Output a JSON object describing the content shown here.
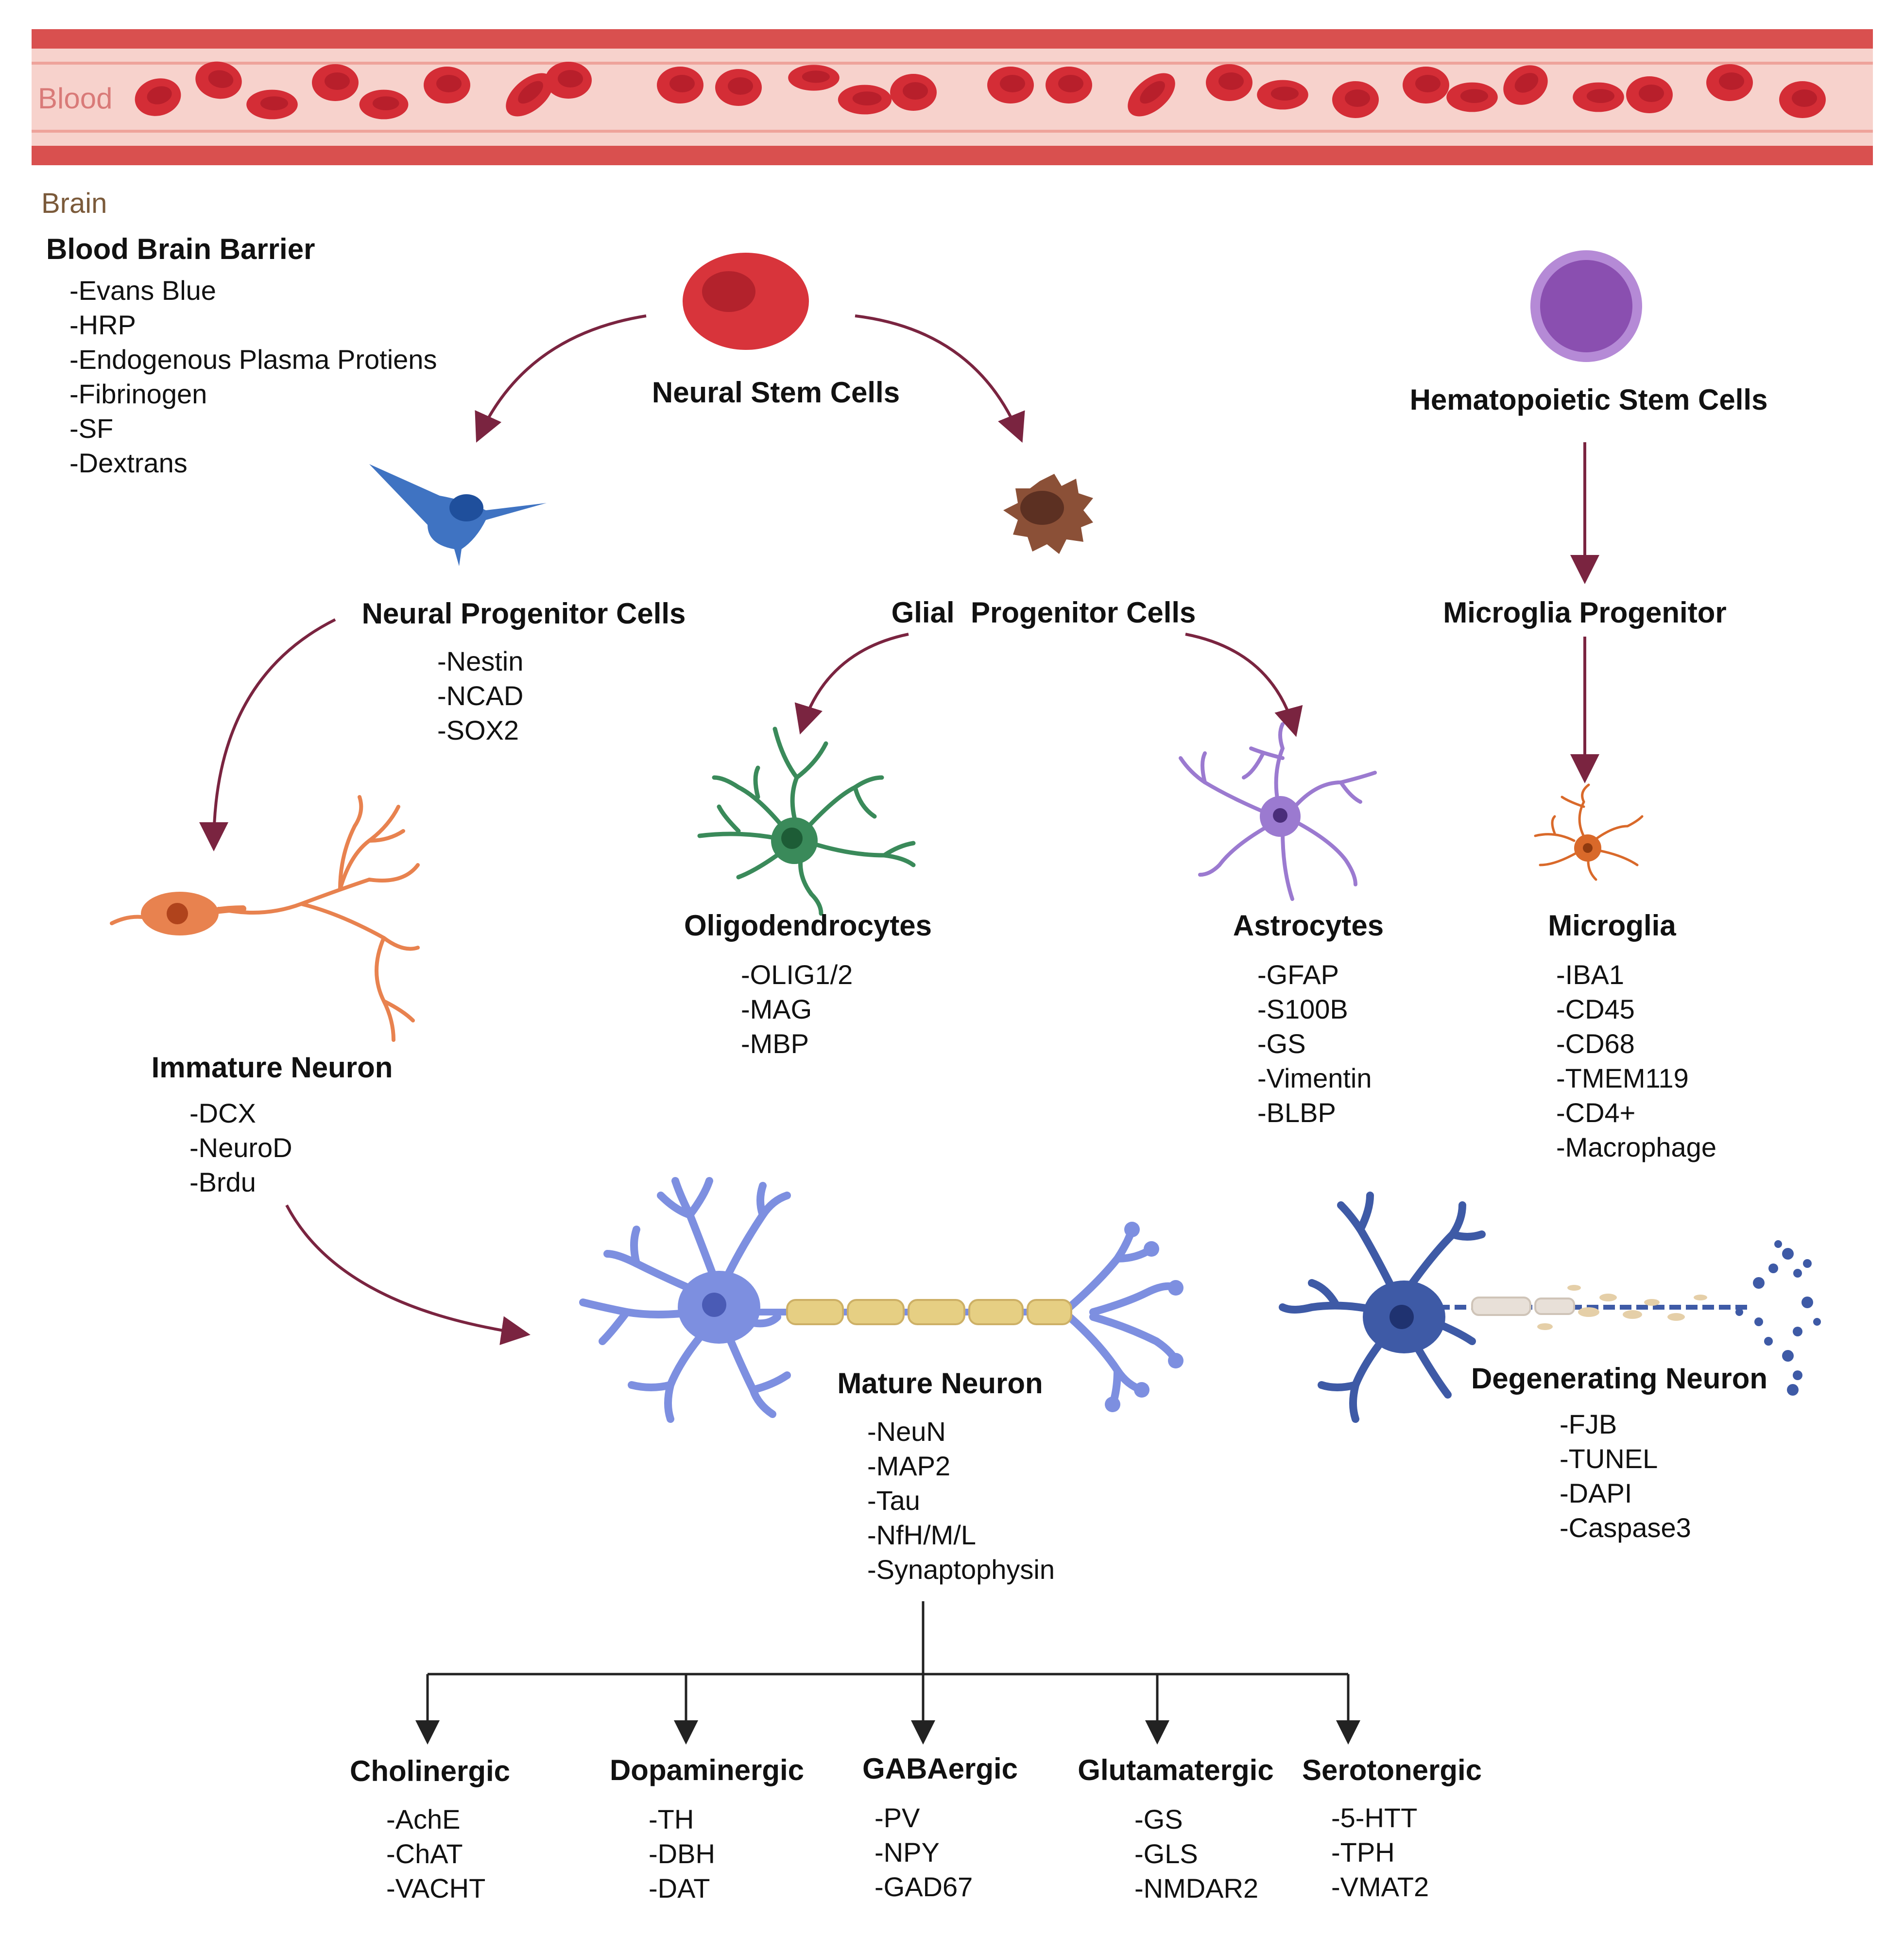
{
  "regions": {
    "blood": "Blood",
    "brain": "Brain"
  },
  "bbb": {
    "title": "Blood Brain Barrier",
    "markers": [
      "-Evans Blue",
      "-HRP",
      "-Endogenous Plasma Protiens",
      "-Fibrinogen",
      "-SF",
      "-Dextrans"
    ]
  },
  "nodes": {
    "nsc": {
      "title": "Neural Stem Cells"
    },
    "hsc": {
      "title": "Hematopoietic Stem Cells"
    },
    "npc": {
      "title": "Neural Progenitor Cells",
      "markers": [
        "-Nestin",
        "-NCAD",
        "-SOX2"
      ]
    },
    "gpc": {
      "title": "Glial  Progenitor Cells"
    },
    "mpc": {
      "title": "Microglia Progenitor"
    },
    "oligo": {
      "title": "Oligodendrocytes",
      "markers": [
        "-OLIG1/2",
        "-MAG",
        "-MBP"
      ]
    },
    "astro": {
      "title": "Astrocytes",
      "markers": [
        "-GFAP",
        "-S100B",
        "-GS",
        "-Vimentin",
        "-BLBP"
      ]
    },
    "micro": {
      "title": "Microglia",
      "markers": [
        "-IBA1",
        "-CD45",
        "-CD68",
        "-TMEM119",
        "-CD4+",
        "-Macrophage"
      ]
    },
    "immature": {
      "title": "Immature Neuron",
      "markers": [
        "-DCX",
        "-NeuroD",
        "-Brdu"
      ]
    },
    "mature": {
      "title": "Mature Neuron",
      "markers": [
        "-NeuN",
        "-MAP2",
        "-Tau",
        "-NfH/M/L",
        "-Synaptophysin"
      ]
    },
    "degen": {
      "title": "Degenerating Neuron",
      "markers": [
        "-FJB",
        "-TUNEL",
        "-DAPI",
        "-Caspase3"
      ]
    }
  },
  "subtypes": [
    {
      "title": "Cholinergic",
      "markers": [
        "-AchE",
        "-ChAT",
        "-VACHT"
      ]
    },
    {
      "title": "Dopaminergic",
      "markers": [
        "-TH",
        "-DBH",
        "-DAT"
      ]
    },
    {
      "title": "GABAergic",
      "markers": [
        "-PV",
        "-NPY",
        "-GAD67"
      ]
    },
    {
      "title": "Glutamatergic",
      "markers": [
        "-GS",
        "-GLS",
        "-NMDAR2"
      ]
    },
    {
      "title": "Serotonergic",
      "markers": [
        "-5-HTT",
        "-TPH",
        "-VMAT2"
      ]
    }
  ],
  "colors": {
    "vessel_wall": "#d9504f",
    "vessel_lumen": "#f7d2cc",
    "rbc": "#d42d36",
    "arrow_maroon": "#7a2440",
    "stem_red": "#d8343b",
    "hsc_purple": "#8a4fb0",
    "npc_blue": "#3f73c2",
    "glial_brown": "#8b5037",
    "oligo_green": "#3a8a5a",
    "astro_purple": "#9b7ad0",
    "microglia_orange": "#d9692a",
    "immature_orange": "#e8824f",
    "mature_blue": "#7d8fe0",
    "myelin_yellow": "#e6cf83",
    "degen_blue": "#3e5aa6"
  },
  "icons": [
    "red-blood-cell-icon",
    "neural-stem-cell-icon",
    "hematopoietic-stem-cell-icon",
    "neural-progenitor-icon",
    "glial-progenitor-icon",
    "oligodendrocyte-icon",
    "astrocyte-icon",
    "microglia-icon",
    "immature-neuron-icon",
    "mature-neuron-icon",
    "degenerating-neuron-icon"
  ]
}
